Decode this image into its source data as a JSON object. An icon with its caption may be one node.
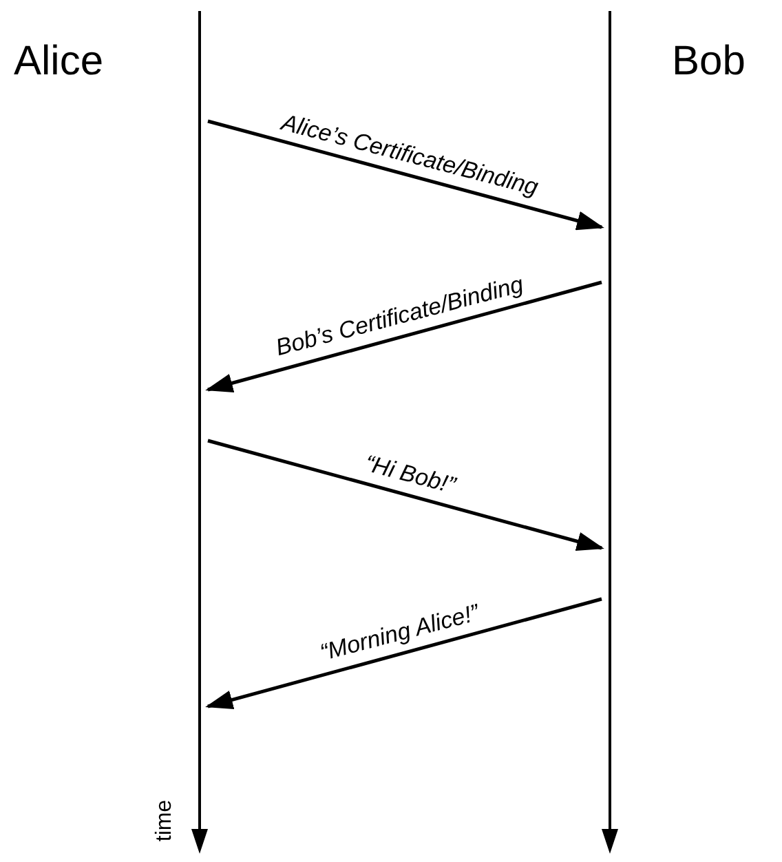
{
  "diagram": {
    "nodes": [
      {
        "text": [
          "Alice"
        ]
      },
      {
        "text": [
          "Bob"
        ]
      },
      {
        "text": [],
        "shape": "line"
      },
      {
        "text": [],
        "shape": "line"
      }
    ],
    "edges": [
      {
        "from": 2,
        "to": 3,
        "arrow": "to",
        "label": "Alice’s Certificate/Binding"
      },
      {
        "from": 3,
        "to": 2,
        "arrow": "to",
        "label": "Bob’s Certificate/Binding"
      },
      {
        "from": 2,
        "to": 3,
        "arrow": "to",
        "label": "“Hi Bob!”"
      },
      {
        "from": 3,
        "to": 2,
        "arrow": "to",
        "label": "“Morning Alice!”"
      }
    ],
    "labels": [
      "time"
    ]
  }
}
